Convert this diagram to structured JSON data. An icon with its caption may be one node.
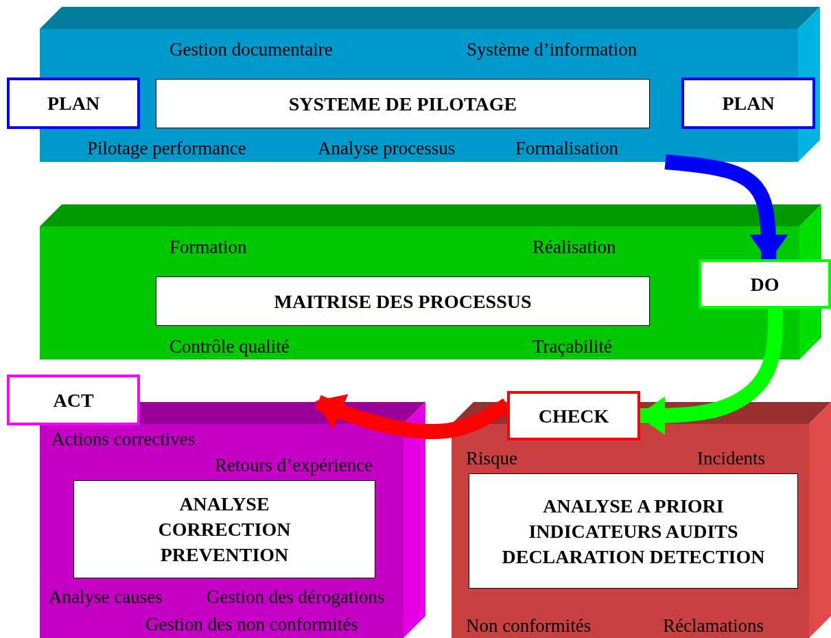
{
  "diagram": {
    "nodes": [
      {
        "text": [
          "Gestion documentaire",
          "Système d’information",
          "Pilotage performance",
          "Analyse processus",
          "Formalisation"
        ]
      },
      {
        "text": [
          "PLAN"
        ]
      },
      {
        "text": [
          "SYSTEME DE PILOTAGE"
        ],
        "in": 0
      },
      {
        "text": [
          "PLAN"
        ]
      },
      {
        "text": [
          "Formation",
          "Réalisation",
          "Contrôle qualité",
          "Traçabilité"
        ]
      },
      {
        "text": [
          "MAITRISE DES PROCESSUS"
        ],
        "in": 4
      },
      {
        "text": [
          "DO"
        ]
      },
      {
        "text": [
          "ACT"
        ]
      },
      {
        "text": [
          "CHECK"
        ]
      },
      {
        "text": [
          "Actions correctives",
          "Retours d’expérience",
          "Analyse causes",
          "Gestion des dérogations",
          "Gestion des non conformités"
        ]
      },
      {
        "text": [
          "ANALYSE CORRECTION PREVENTION"
        ],
        "in": 9
      },
      {
        "text": [
          "Risque",
          "Incidents",
          "Non conformités",
          "Réclamations"
        ]
      },
      {
        "text": [
          "ANALYSE A PRIORI INDICATEURS AUDITS DECLARATION DETECTION"
        ],
        "in": 11
      }
    ],
    "edges": [
      {
        "from": 0,
        "to": 6,
        "arrow": "to",
        "color": "#0000ff"
      },
      {
        "from": 6,
        "to": 8,
        "arrow": "to",
        "color": "#00ff00"
      },
      {
        "from": 8,
        "to": 9,
        "arrow": "to",
        "color": "#ff0000"
      }
    ]
  }
}
